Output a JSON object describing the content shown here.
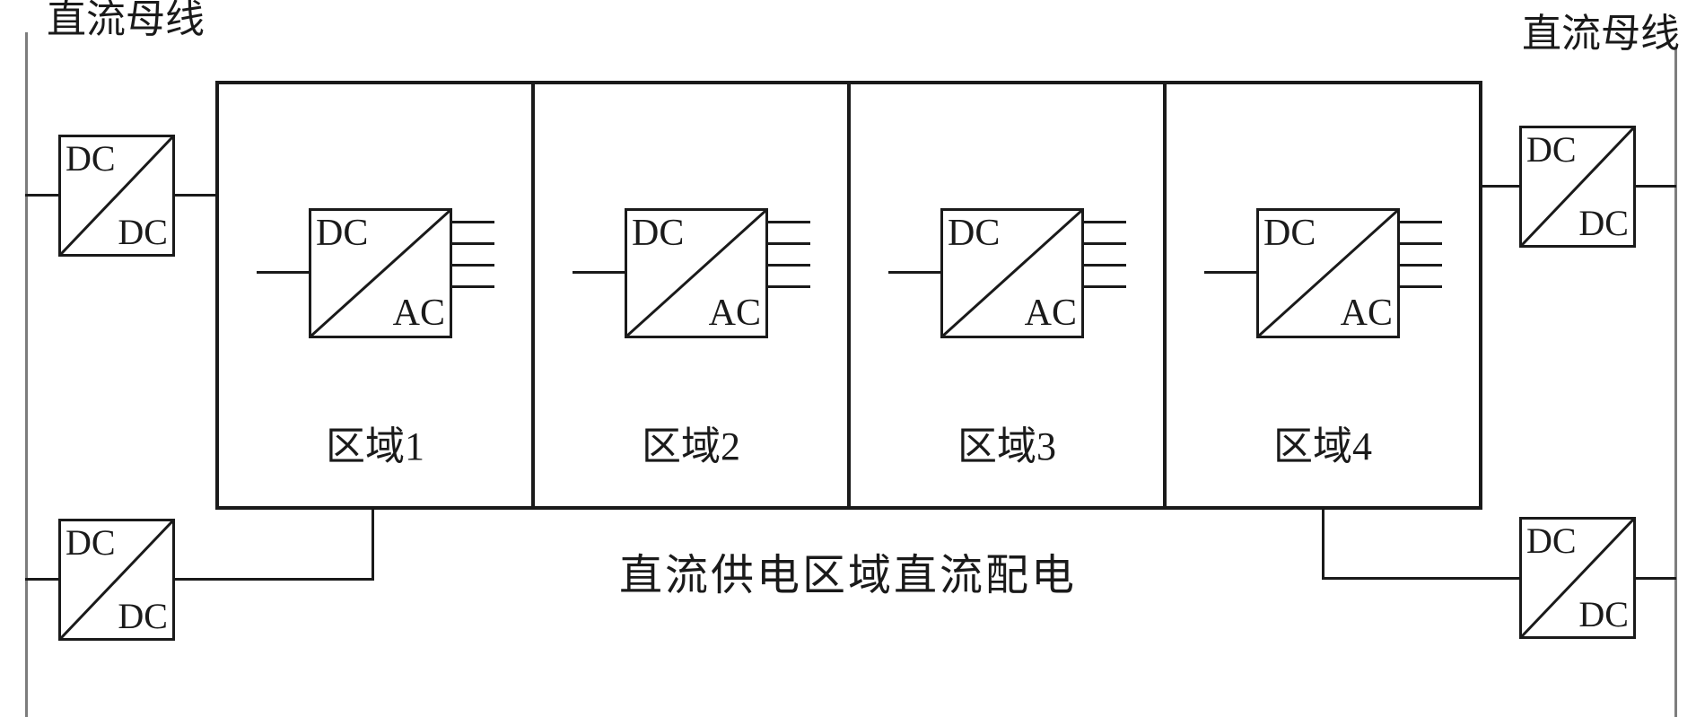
{
  "diagram": {
    "bus": {
      "left_label": "直流母线",
      "right_label": "直流母线"
    },
    "dcdc_converter": {
      "top": "DC",
      "bottom": "DC"
    },
    "dcac_inverter": {
      "top": "DC",
      "bottom": "AC"
    },
    "zones": [
      {
        "label": "区域1"
      },
      {
        "label": "区域2"
      },
      {
        "label": "区域3"
      },
      {
        "label": "区域4"
      }
    ],
    "caption": "直流供电区域直流配电",
    "colors": {
      "wire": "#1a1a1a",
      "bus_line": "#7d7d7d",
      "background": "#ffffff"
    }
  }
}
